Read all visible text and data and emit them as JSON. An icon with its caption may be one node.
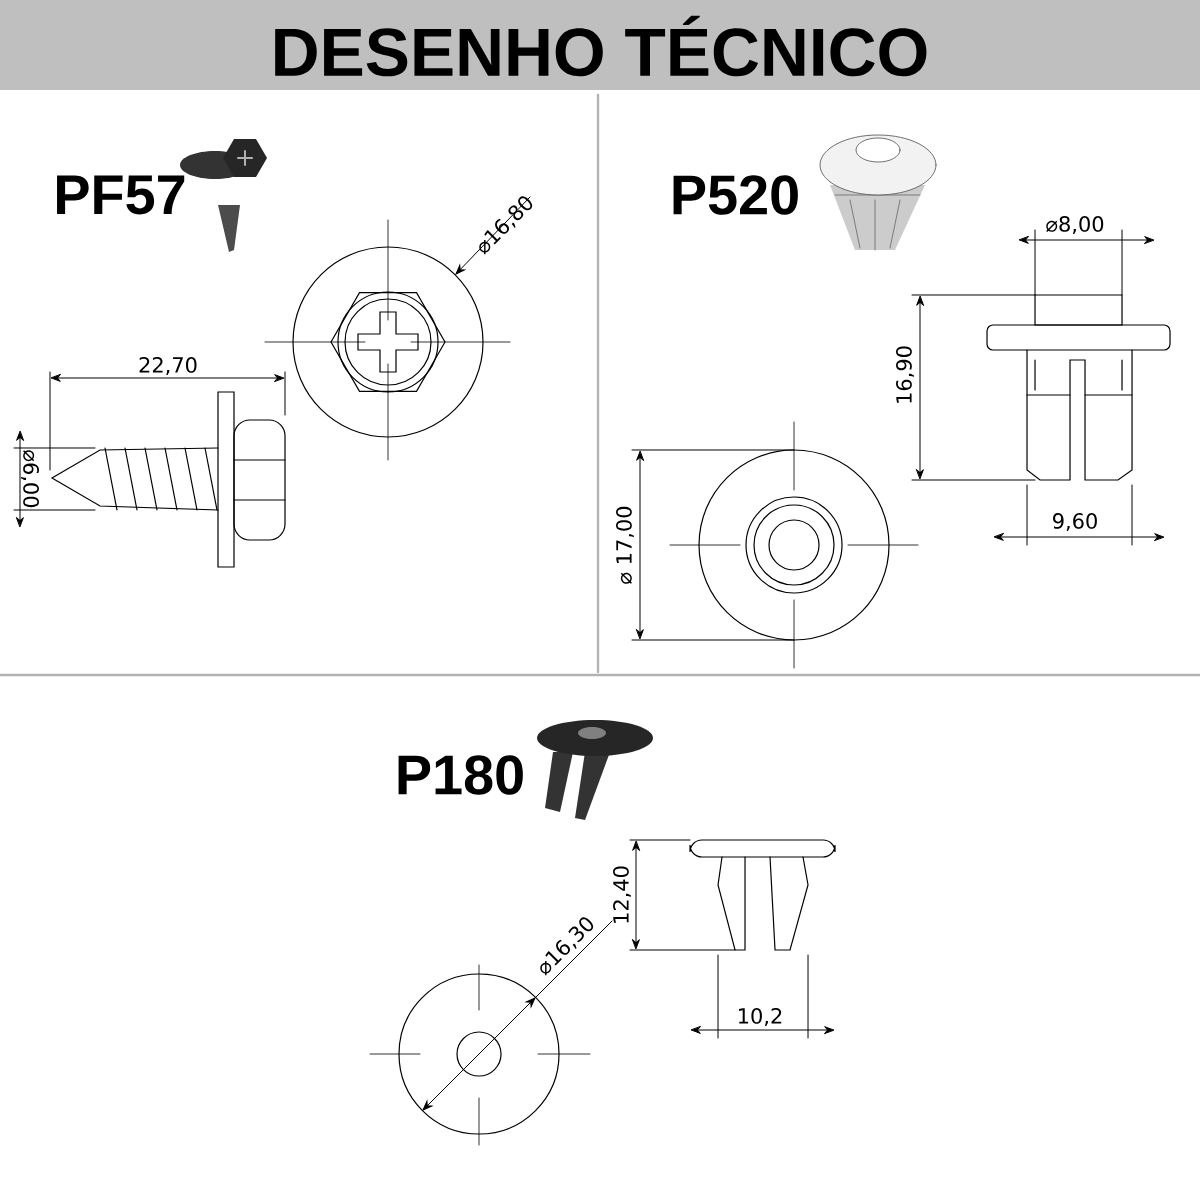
{
  "diagram": {
    "title": "DESENHO TÉCNICO",
    "labels": [
      "PF57",
      "⌀16,80",
      "22,70",
      "⌀6,00",
      "P520",
      "⌀8,00",
      "16,90",
      "9,60",
      "⌀ 17,00",
      "P180",
      "12,40",
      "⌀16,30",
      "10,2"
    ]
  }
}
